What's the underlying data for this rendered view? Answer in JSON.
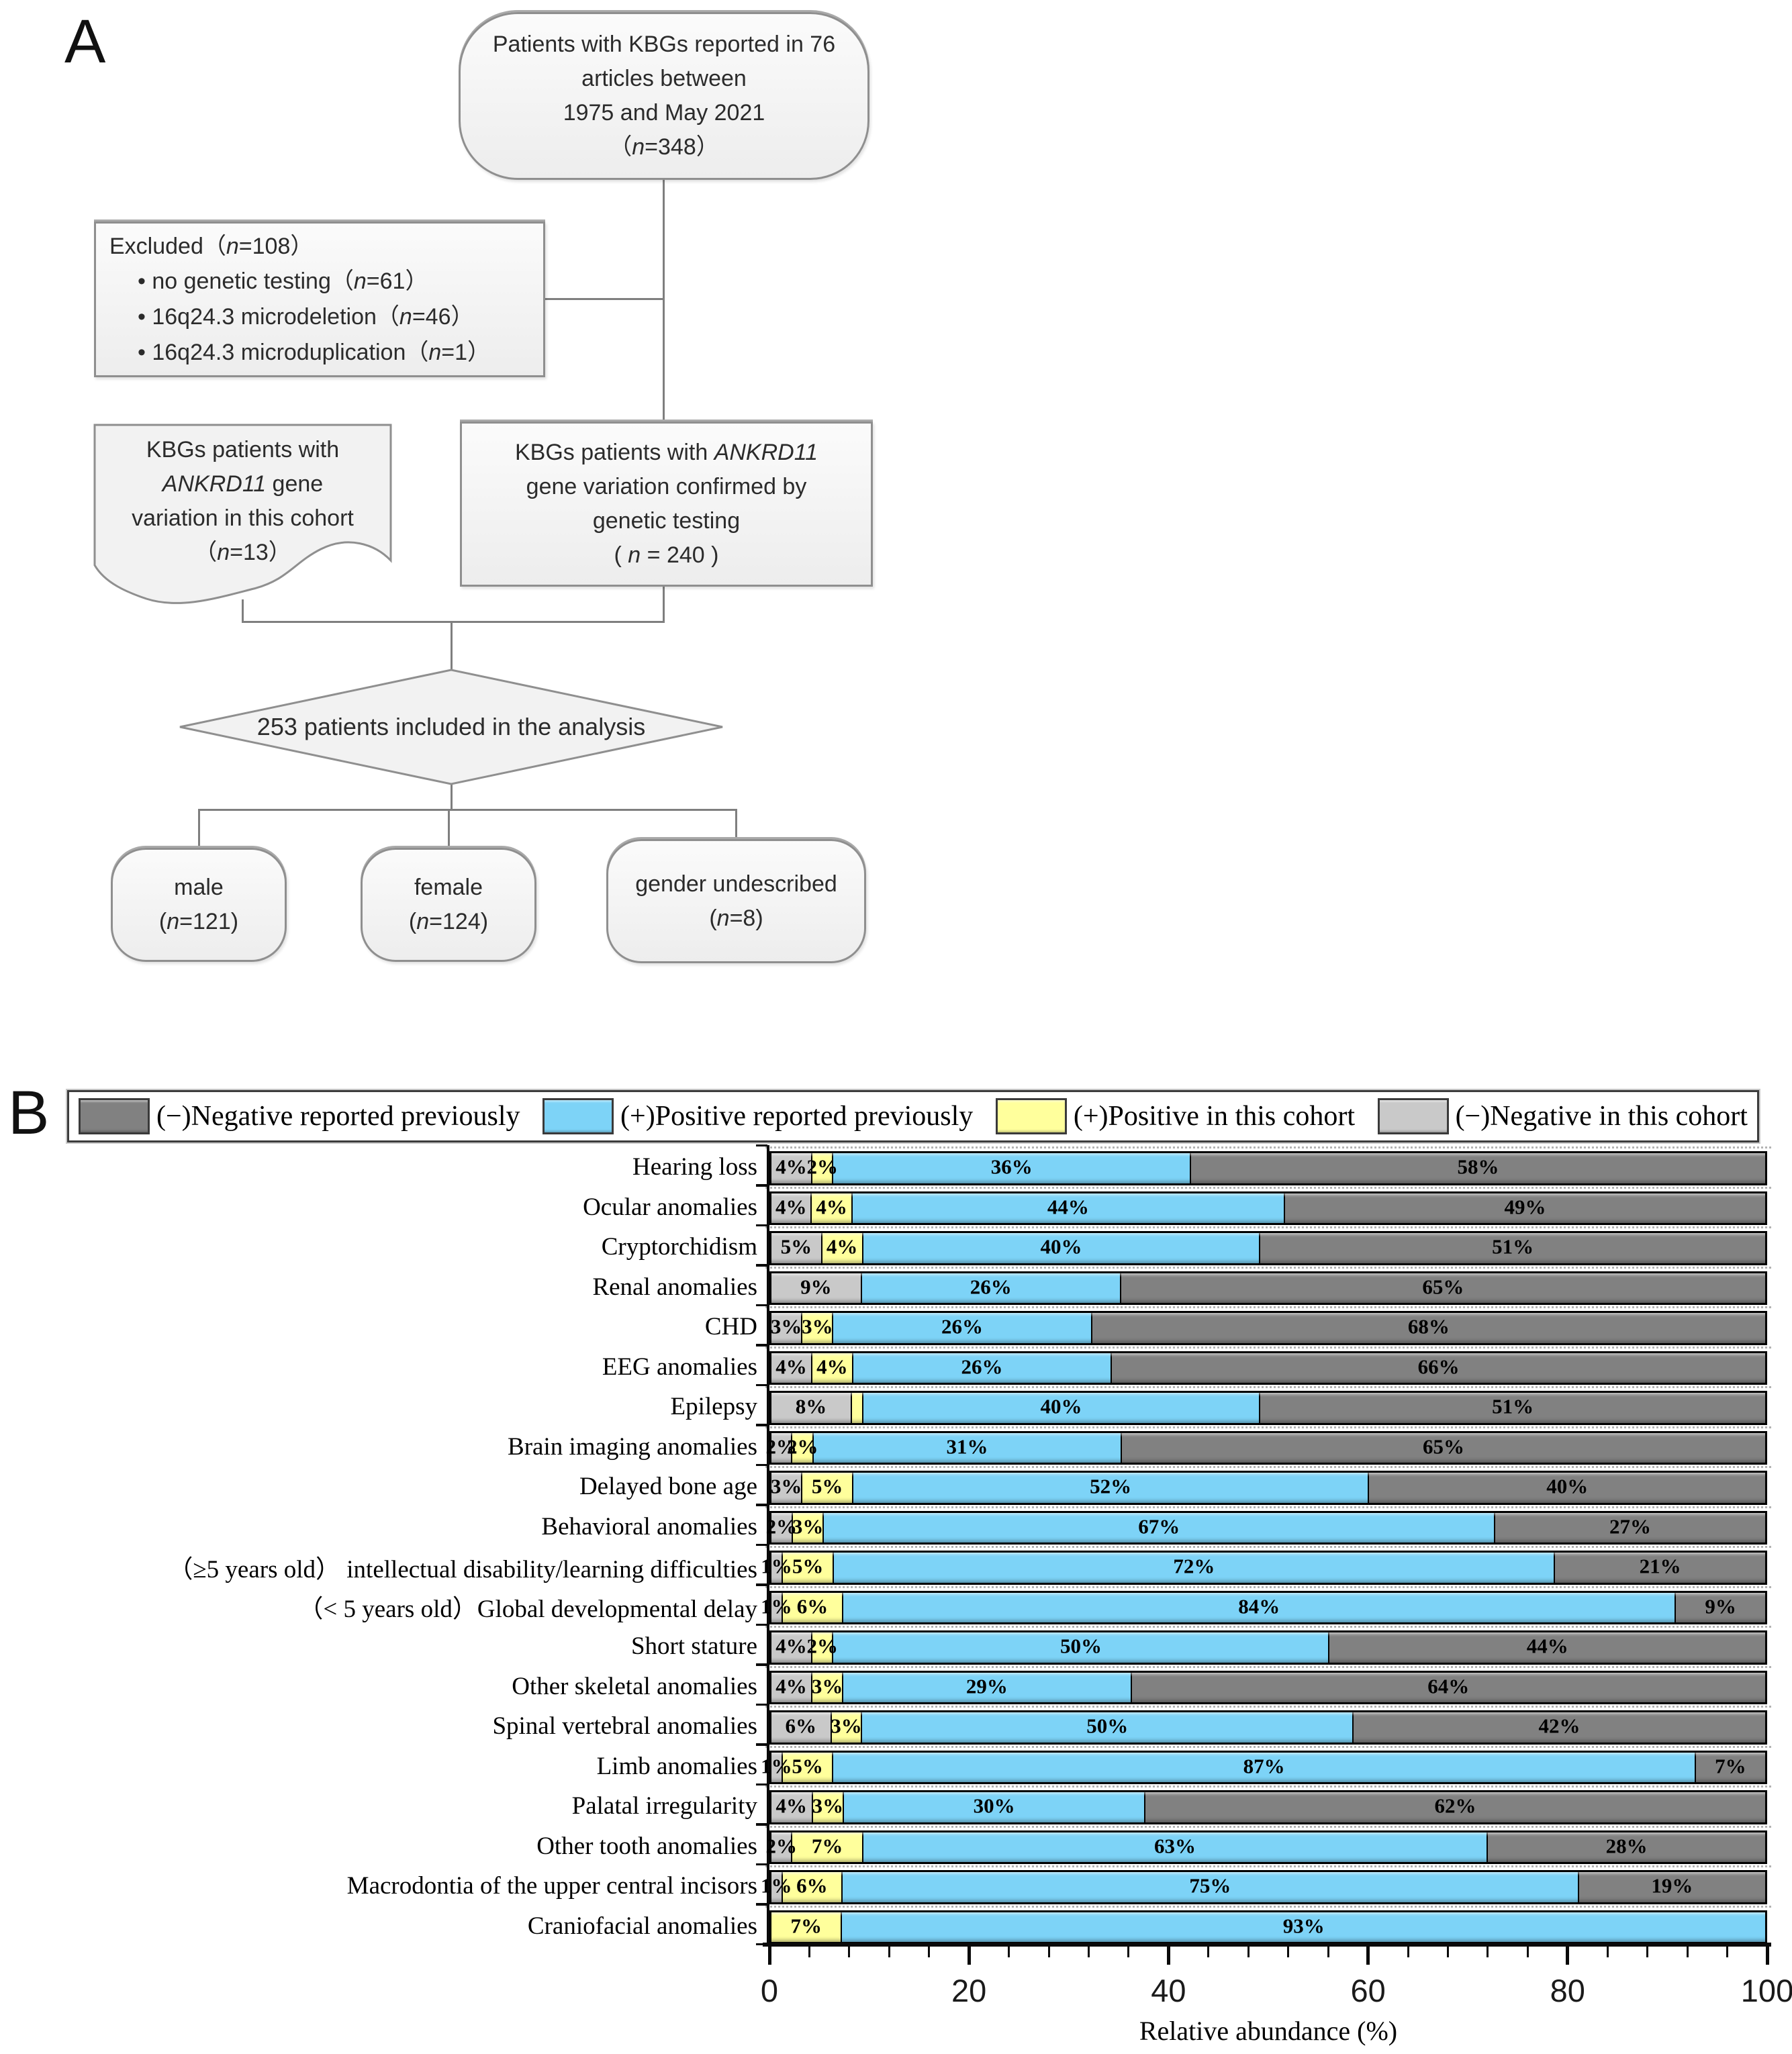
{
  "panel_a": {
    "section_label": "A",
    "top_box_lines": [
      "Patients with KBGs reported in 76",
      "articles between",
      "1975 and May 2021",
      "（n=348）"
    ],
    "excluded_box": {
      "title": "Excluded（n=108）",
      "bullets": [
        "no genetic testing（n=61）",
        "16q24.3 microdeletion（n=46）",
        "16q24.3 microduplication（n=1）"
      ]
    },
    "cohort_box_lines": [
      "KBGs patients with",
      "ANKRD11 gene",
      "variation in this cohort",
      "（n=13）"
    ],
    "confirmed_box_lines": [
      "KBGs patients with ANKRD11",
      "gene variation confirmed by",
      "genetic testing",
      "( n = 240 )"
    ],
    "diamond_text": "253 patients included in the analysis",
    "outcome_boxes": [
      {
        "lines": [
          "male",
          "(n=121)"
        ]
      },
      {
        "lines": [
          "female",
          "(n=124)"
        ]
      },
      {
        "lines": [
          "gender undescribed",
          "(n=8)"
        ]
      }
    ]
  },
  "panel_b": {
    "section_label": "B",
    "legend": [
      {
        "label": "(−)Negative reported previously",
        "color": "#818181"
      },
      {
        "label": "(+)Positive reported previously",
        "color": "#7dd3f7"
      },
      {
        "label": "(+)Positive in this cohort",
        "color": "#ffff9c"
      },
      {
        "label": "(−)Negative in this cohort",
        "color": "#c9c9c9"
      }
    ]
  },
  "chart_data": {
    "type": "bar",
    "orientation": "horizontal-stacked",
    "title": "",
    "xlabel": "Relative abundance (%)",
    "ylabel": "",
    "xlim": [
      0,
      100
    ],
    "x_major_ticks": [
      0,
      20,
      40,
      60,
      80,
      100
    ],
    "x_minor_step": 4,
    "grid": false,
    "legend_position": "top",
    "segment_keys": [
      "neg_cohort",
      "pos_cohort",
      "pos_prev",
      "neg_prev"
    ],
    "segment_names": {
      "neg_cohort": "(−)Negative in this cohort",
      "pos_cohort": "(+)Positive in this cohort",
      "pos_prev": "(+)Positive reported previously",
      "neg_prev": "(−)Negative reported previously"
    },
    "colors": {
      "neg_cohort": "#c9c9c9",
      "pos_cohort": "#ffff9c",
      "pos_prev": "#7dd3f7",
      "neg_prev": "#818181"
    },
    "rows": [
      {
        "category": "Hearing loss",
        "values": [
          4,
          2,
          36,
          58
        ],
        "seg_labels": [
          "4%",
          "2%",
          "36%",
          "58%"
        ]
      },
      {
        "category": "Ocular anomalies",
        "values": [
          4,
          4,
          44,
          49
        ],
        "seg_labels": [
          "4%",
          "4%",
          "44%",
          "49%"
        ]
      },
      {
        "category": "Cryptorchidism",
        "values": [
          5,
          4,
          40,
          51
        ],
        "seg_labels": [
          "5%",
          "4%",
          "40%",
          "51%"
        ]
      },
      {
        "category": "Renal anomalies",
        "values": [
          9,
          0,
          26,
          65
        ],
        "seg_labels": [
          "9%",
          "",
          "26%",
          "65%"
        ]
      },
      {
        "category": "CHD",
        "values": [
          3,
          3,
          26,
          68
        ],
        "seg_labels": [
          "3%",
          "3%",
          "26%",
          "68%"
        ]
      },
      {
        "category": "EEG anomalies",
        "values": [
          4,
          4,
          26,
          66
        ],
        "seg_labels": [
          "4%",
          "4%",
          "26%",
          "66%"
        ]
      },
      {
        "category": "Epilepsy",
        "values": [
          8,
          1,
          40,
          51
        ],
        "seg_labels": [
          "8%",
          "",
          "40%",
          "51%"
        ]
      },
      {
        "category": "Brain imaging anomalies",
        "values": [
          2,
          2,
          31,
          65
        ],
        "seg_labels": [
          "2%",
          "2%",
          "31%",
          "65%"
        ]
      },
      {
        "category": "Delayed bone age",
        "values": [
          3,
          5,
          52,
          40
        ],
        "seg_labels": [
          "3%",
          "5%",
          "52%",
          "40%"
        ]
      },
      {
        "category": "Behavioral anomalies",
        "values": [
          2,
          3,
          67,
          27
        ],
        "seg_labels": [
          "2%",
          "3%",
          "67%",
          "27%"
        ]
      },
      {
        "category": "（≥5 years old） intellectual disability/learning difficulties",
        "values": [
          1,
          5,
          72,
          21
        ],
        "seg_labels": [
          "1%",
          "5%",
          "72%",
          "21%"
        ]
      },
      {
        "category": "（< 5 years old）Global developmental delay",
        "values": [
          1,
          6,
          84,
          9
        ],
        "seg_labels": [
          "1%",
          "6%",
          "84%",
          "9%"
        ]
      },
      {
        "category": "Short stature",
        "values": [
          4,
          2,
          50,
          44
        ],
        "seg_labels": [
          "4%",
          "2%",
          "50%",
          "44%"
        ]
      },
      {
        "category": "Other skeletal anomalies",
        "values": [
          4,
          3,
          29,
          64
        ],
        "seg_labels": [
          "4%",
          "3%",
          "29%",
          "64%"
        ]
      },
      {
        "category": "Spinal vertebral anomalies",
        "values": [
          6,
          3,
          50,
          42
        ],
        "seg_labels": [
          "6%",
          "3%",
          "50%",
          "42%"
        ]
      },
      {
        "category": "Limb anomalies",
        "values": [
          1,
          5,
          87,
          7
        ],
        "seg_labels": [
          "1%",
          "5%",
          "87%",
          "7%"
        ]
      },
      {
        "category": "Palatal irregularity",
        "values": [
          4,
          3,
          30,
          62
        ],
        "seg_labels": [
          "4%",
          "3%",
          "30%",
          "62%"
        ]
      },
      {
        "category": "Other tooth anomalies",
        "values": [
          2,
          7,
          63,
          28
        ],
        "seg_labels": [
          "2%",
          "7%",
          "63%",
          "28%"
        ]
      },
      {
        "category": "Macrodontia of the upper central incisors",
        "values": [
          1,
          6,
          75,
          19
        ],
        "seg_labels": [
          "1%",
          "6%",
          "75%",
          "19%"
        ]
      },
      {
        "category": "Craniofacial anomalies",
        "values": [
          0,
          7,
          93,
          0
        ],
        "seg_labels": [
          "",
          "7%",
          "93%",
          ""
        ]
      }
    ]
  }
}
